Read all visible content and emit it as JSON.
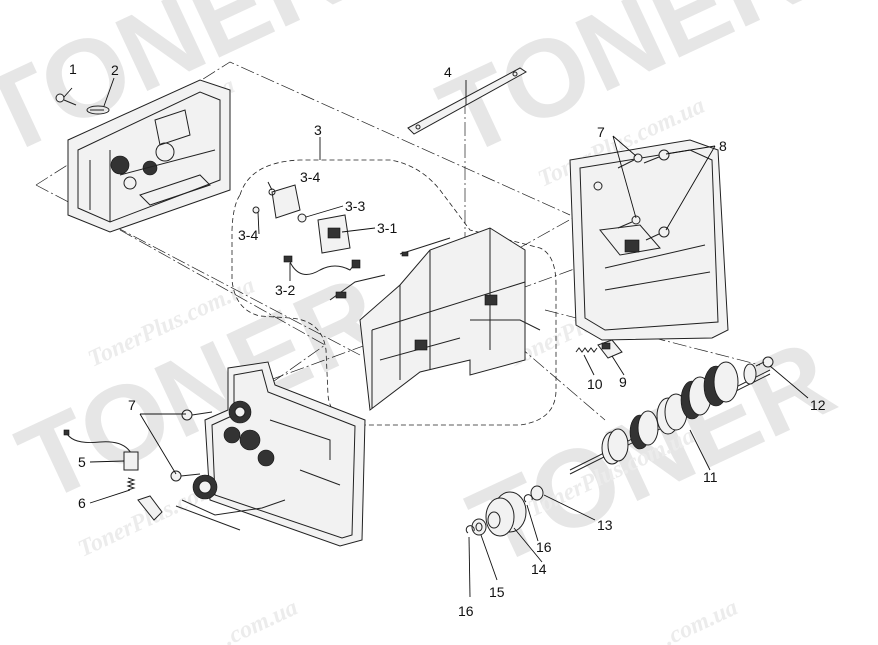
{
  "watermarks": {
    "brand": "TONER",
    "site": "TonerPlus.com.ua",
    "domain": ".com.ua"
  },
  "callouts": {
    "c1": "1",
    "c2": "2",
    "c3": "3",
    "c3_4a": "3-4",
    "c3_3": "3-3",
    "c3_1": "3-1",
    "c3_4b": "3-4",
    "c3_2": "3-2",
    "c4": "4",
    "c5": "5",
    "c6": "6",
    "c7a": "7",
    "c7b": "7",
    "c8": "8",
    "c9": "9",
    "c10": "10",
    "c11": "11",
    "c12": "12",
    "c13": "13",
    "c14": "14",
    "c15": "15",
    "c16a": "16",
    "c16b": "16"
  }
}
